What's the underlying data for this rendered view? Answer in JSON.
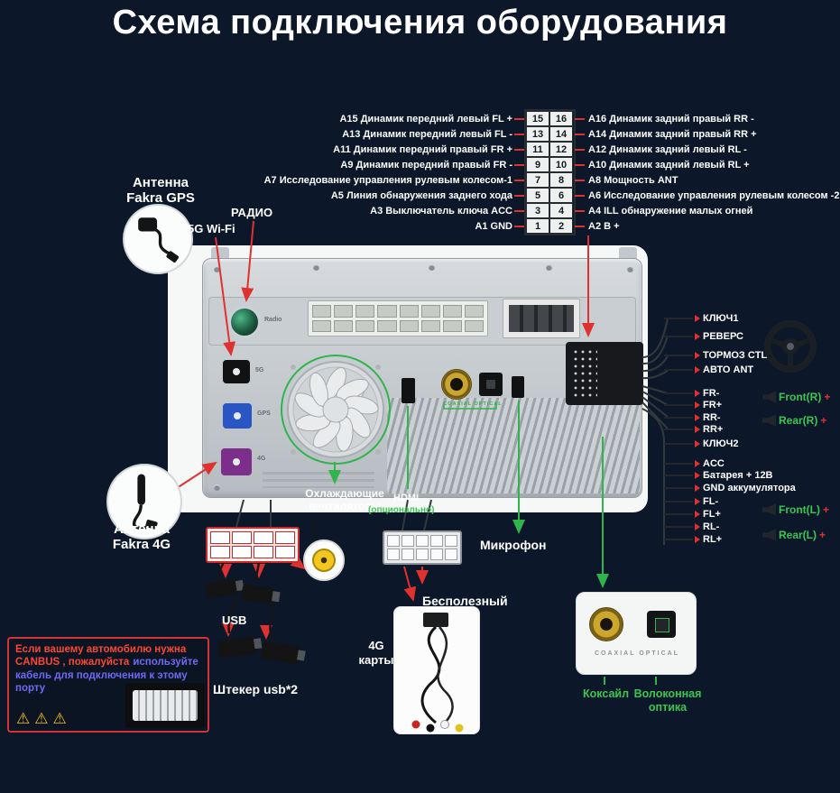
{
  "title": "Схема подключения оборудования",
  "colors": {
    "accent_green": "#2fb54b",
    "accent_red": "#e03131",
    "label_green": "#3cc553",
    "background": "#0c1829"
  },
  "pinout": {
    "rows": [
      {
        "left": "A15 Динамик передний левый FL +",
        "l": "15",
        "r": "16",
        "right": "A16 Динамик задний правый RR -"
      },
      {
        "left": "A13 Динамик передний левый FL -",
        "l": "13",
        "r": "14",
        "right": "A14 Динамик задний правый RR +"
      },
      {
        "left": "A11 Динамик передний правый FR +",
        "l": "11",
        "r": "12",
        "right": "A12 Динамик задний левый RL -"
      },
      {
        "left": "A9 Динамик передний правый FR -",
        "l": "9",
        "r": "10",
        "right": "A10 Динамик задний левый RL +"
      },
      {
        "left": "A7 Исследование управления рулевым колесом-1",
        "l": "7",
        "r": "8",
        "right": "A8 Мощность ANT"
      },
      {
        "left": "A5 Линия обнаружения заднего хода",
        "l": "5",
        "r": "6",
        "right": "A6 Исследование управления рулевым колесом -2"
      },
      {
        "left": "A3 Выключатель ключа ACC",
        "l": "3",
        "r": "4",
        "right": "A4 ILL обнаружение малых огней"
      },
      {
        "left": "A1 GND",
        "l": "1",
        "r": "2",
        "right": "A2 B +"
      }
    ]
  },
  "left_side": {
    "antenna_gps": [
      "Антенна",
      "Fakra GPS"
    ],
    "radio": "РАДИО",
    "wifi": "5G Wi-Fi",
    "antenna_4g": [
      "Антенна",
      "Fakra 4G"
    ]
  },
  "device": {
    "radio_port": "Radio",
    "conn_5g": "5G",
    "conn_gps": "GPS",
    "conn_4g": "4G",
    "ports_text": "COAXIAL OPTICAL"
  },
  "right_labels": {
    "group1": [
      "КЛЮЧ1",
      "РЕВЕРС"
    ],
    "group2": [
      "ТОРМОЗ CTL",
      "АВТО ANT"
    ],
    "group3": [
      "FR-",
      "FR+",
      "RR-",
      "RR+"
    ],
    "speakers_r": [
      {
        "label": "Front(R)",
        "plus": "+"
      },
      {
        "label": "Rear(R)",
        "plus": "+"
      }
    ],
    "group4": [
      "КЛЮЧ2"
    ],
    "group5": [
      "ACC",
      "Батарея + 12В",
      "GND аккумулятора"
    ],
    "group6": [
      "FL-",
      "FL+",
      "RL-",
      "RL+"
    ],
    "speakers_l": [
      {
        "label": "Front(L)",
        "plus": "+"
      },
      {
        "label": "Rear(L)",
        "plus": "+"
      }
    ]
  },
  "bottom": {
    "fans": [
      "Охлаждающие",
      "вентиляторы"
    ],
    "hdmi": "HDMI",
    "hdmi_note": "(опционально)",
    "mic": "Микрофон",
    "usb": "USB",
    "usb_plug": "Штекер usb*2",
    "useless": "Бесполезный",
    "cards_4g": [
      "4G",
      "карты"
    ],
    "coaxial": "Коксайл",
    "fiber": [
      "Волоконная",
      "оптика"
    ],
    "ports_caption": "COAXIAL   OPTICAL"
  },
  "notice": {
    "part1": "Если вашему автомобилю нужна CANBUS , пожалуйста",
    "part2": "используйте кабель для подключения к этому порту",
    "warning": "⚠"
  }
}
